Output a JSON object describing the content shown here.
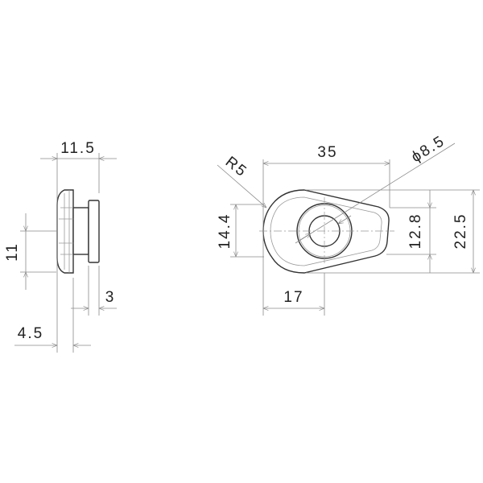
{
  "side_view": {
    "dim_width_total": "11.5",
    "dim_height": "11",
    "dim_head_thickness": "3",
    "dim_flange_thickness": "4.5"
  },
  "front_view": {
    "dim_length": "35",
    "dim_radius": "R5",
    "dim_hole_diameter": "ϕ8.5",
    "dim_left_height": "14.4",
    "dim_right_height": "12.8",
    "dim_total_height": "22.5",
    "dim_center_offset": "17"
  }
}
